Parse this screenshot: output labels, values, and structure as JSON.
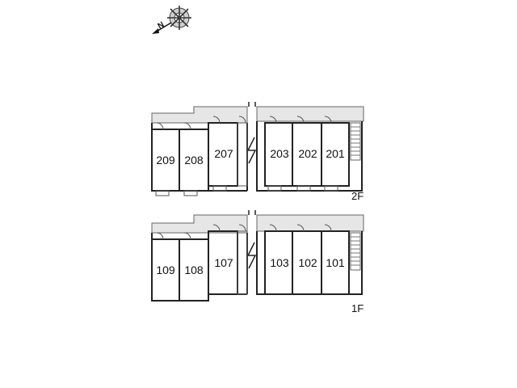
{
  "compass": {
    "icon": "compass-rose-icon",
    "north_label": "N"
  },
  "floors": [
    {
      "label": "2F",
      "units": [
        "209",
        "208",
        "207",
        "203",
        "202",
        "201"
      ]
    },
    {
      "label": "1F",
      "units": [
        "109",
        "108",
        "107",
        "103",
        "102",
        "101"
      ]
    }
  ]
}
